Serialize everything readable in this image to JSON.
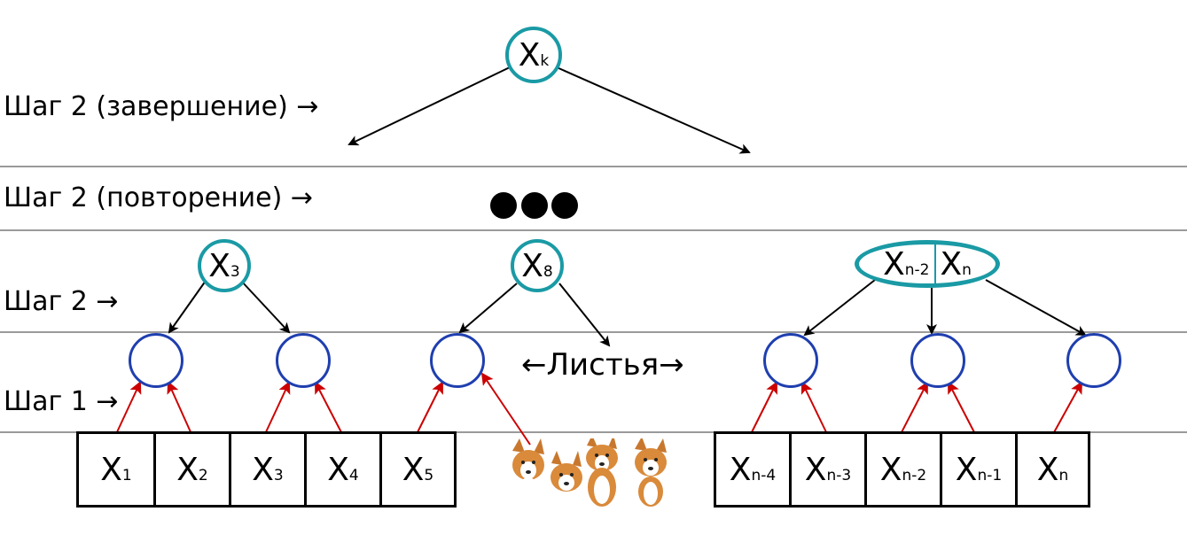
{
  "steps": {
    "finish": "Шаг 2 (завершение) →",
    "repeat": "Шаг 2 (повторение) →",
    "merge": "Шаг 2 →",
    "leaves": "Шаг 1 →"
  },
  "leaves_label": "←Листья→",
  "top_node": {
    "base": "X",
    "sub": "k"
  },
  "mid_nodes": [
    {
      "base": "X",
      "sub": "3"
    },
    {
      "base": "X",
      "sub": "8"
    }
  ],
  "right_node": [
    {
      "base": "X",
      "sub": "n-2"
    },
    {
      "base": "X",
      "sub": "n"
    }
  ],
  "array_left": [
    {
      "base": "X",
      "sub": "1"
    },
    {
      "base": "X",
      "sub": "2"
    },
    {
      "base": "X",
      "sub": "3"
    },
    {
      "base": "X",
      "sub": "4"
    },
    {
      "base": "X",
      "sub": "5"
    }
  ],
  "array_right": [
    {
      "base": "X",
      "sub": "n-4"
    },
    {
      "base": "X",
      "sub": "n-3"
    },
    {
      "base": "X",
      "sub": "n-2"
    },
    {
      "base": "X",
      "sub": "n-1"
    },
    {
      "base": "X",
      "sub": "n"
    }
  ],
  "colors": {
    "tree_node": "#1a9aa5",
    "leaf_node": "#1f3faf",
    "input_arrow": "#cc0000",
    "tree_arrow": "#000000"
  }
}
